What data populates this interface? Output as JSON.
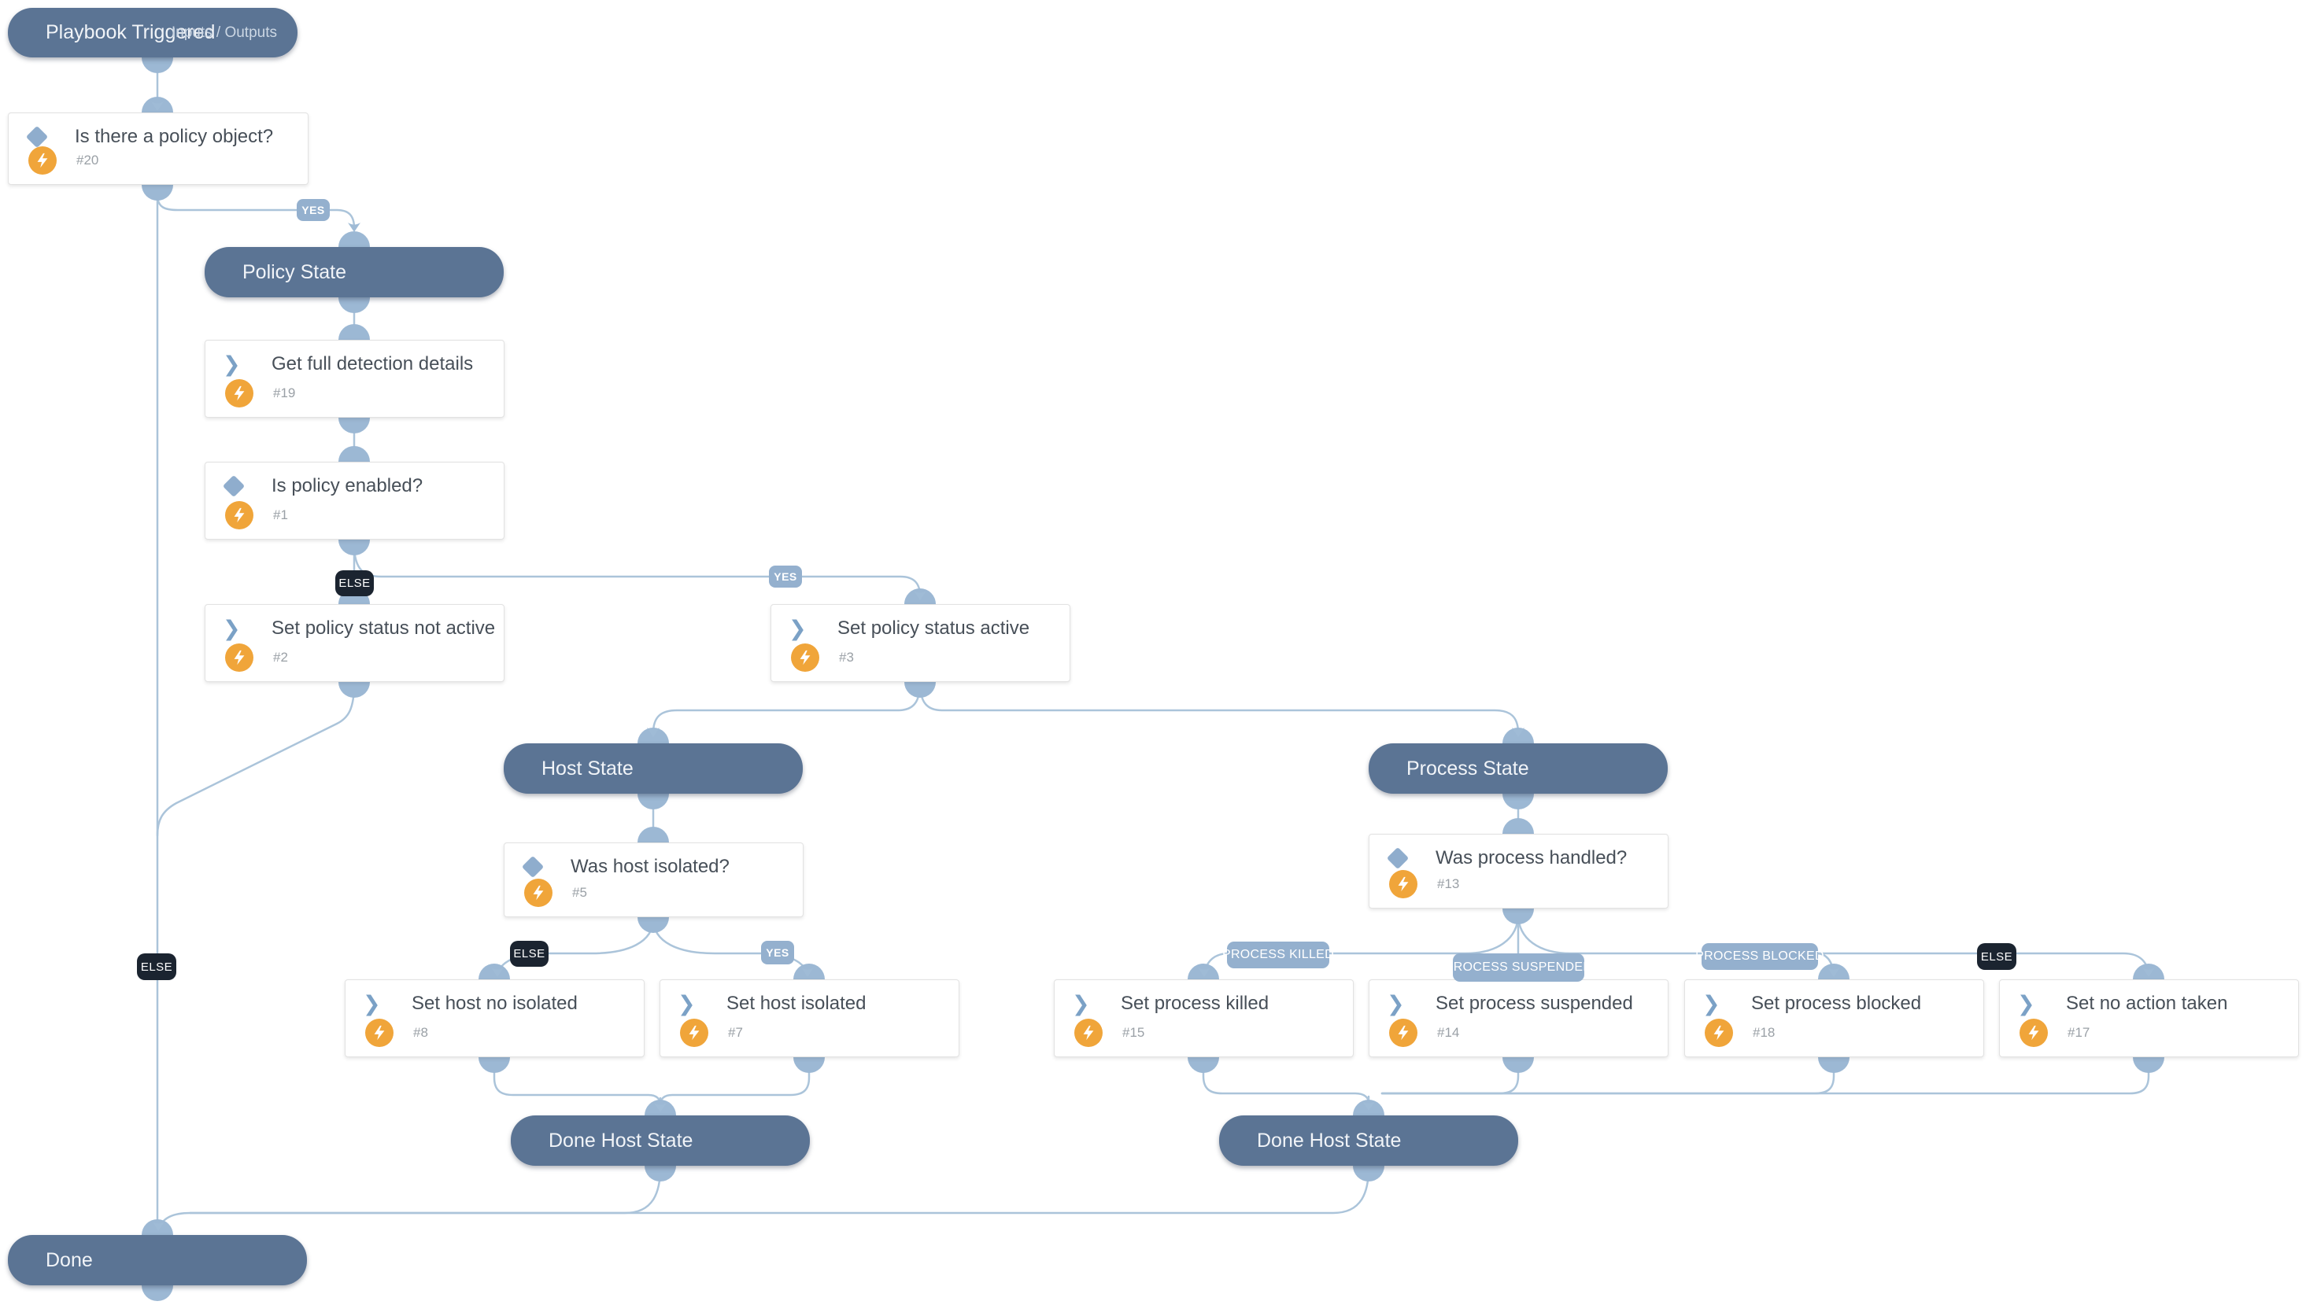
{
  "diagram": {
    "start": {
      "title": "Playbook Triggered",
      "right_label": "Inputs / Outputs"
    },
    "sections": {
      "policy": "Policy State",
      "host": "Host State",
      "process": "Process State",
      "done_host_1": "Done Host State",
      "done_host_2": "Done Host State",
      "done": "Done"
    },
    "conditions": {
      "c20": {
        "title": "Is there a policy object?",
        "id": "#20"
      },
      "c1": {
        "title": "Is policy enabled?",
        "id": "#1"
      },
      "c5": {
        "title": "Was host isolated?",
        "id": "#5"
      },
      "c13": {
        "title": "Was process handled?",
        "id": "#13"
      }
    },
    "tasks": {
      "t19": {
        "title": "Get full detection details",
        "id": "#19"
      },
      "t2": {
        "title": "Set policy status not active",
        "id": "#2"
      },
      "t3": {
        "title": "Set policy status active",
        "id": "#3"
      },
      "t8": {
        "title": "Set host no isolated",
        "id": "#8"
      },
      "t7": {
        "title": "Set host isolated",
        "id": "#7"
      },
      "t15": {
        "title": "Set process killed",
        "id": "#15"
      },
      "t14": {
        "title": "Set process suspended",
        "id": "#14"
      },
      "t18": {
        "title": "Set process blocked",
        "id": "#18"
      },
      "t17": {
        "title": "Set no action taken",
        "id": "#17"
      }
    },
    "labels": {
      "yes": "YES",
      "else": "ELSE",
      "process_killed": "PROCESS KILLED",
      "process_suspended": "PROCESS SUSPENDED",
      "process_blocked": "PROCESS BLOCKED"
    }
  },
  "colors": {
    "header_bg": "#5b7494",
    "connector": "#abc4da",
    "port": "#9cb8d4",
    "arrow": "#9fbbd6",
    "badge_light": "#94b0ce",
    "badge_dark": "#1b2430",
    "bolt": "#f0a53a",
    "task_icon": "#7ba1c6",
    "condition_icon": "#8fadcd",
    "title_text": "#474f58",
    "number_text": "#9aa0a6"
  }
}
